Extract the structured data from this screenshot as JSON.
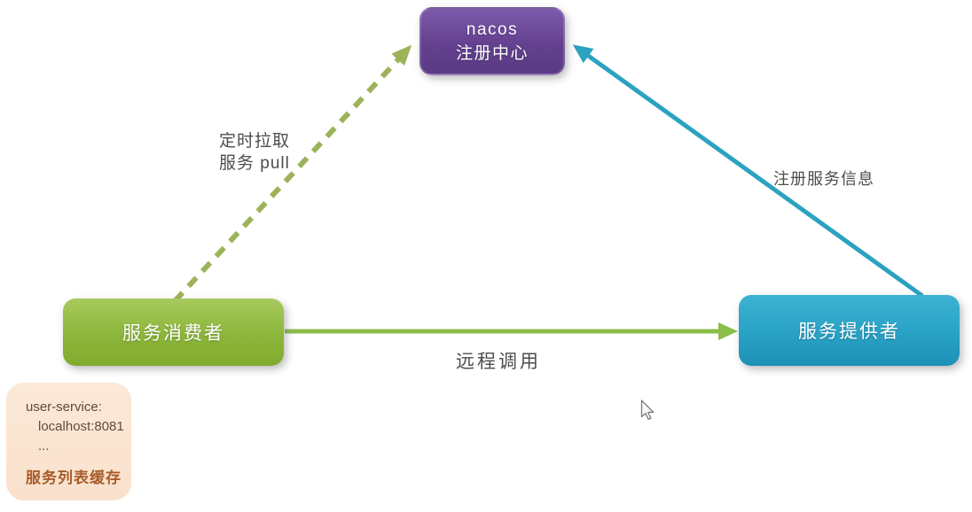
{
  "diagram": {
    "background_color": "#ffffff",
    "nodes": {
      "nacos": {
        "label_line1": "nacos",
        "label_line2": "注册中心",
        "fill_color": "#68459b",
        "text_color": "#ffffff"
      },
      "consumer": {
        "label": "服务消费者",
        "fill_color": "#8cb63a",
        "text_color": "#ffffff"
      },
      "provider": {
        "label": "服务提供者",
        "fill_color": "#29a2c6",
        "text_color": "#ffffff"
      },
      "cache": {
        "entry_service": "user-service:",
        "entry_address": "localhost:8081",
        "entry_ellipsis": "...",
        "label": "服务列表缓存",
        "fill_color": "#fae6d4",
        "label_color": "#a85c28",
        "entry_text_color": "#63493f"
      }
    },
    "edges": {
      "pull": {
        "label_line1": "定时拉取",
        "label_line2": "服务 pull",
        "color": "#9cb35a",
        "style": "dashed",
        "from": "consumer",
        "to": "nacos"
      },
      "register": {
        "label": "注册服务信息",
        "color": "#2ba2c0",
        "style": "solid",
        "from": "provider",
        "to": "nacos"
      },
      "invoke": {
        "label": "远程调用",
        "color": "#8bbd49",
        "style": "solid",
        "from": "consumer",
        "to": "provider"
      }
    },
    "cursor_icon": "arrow-pointer"
  }
}
